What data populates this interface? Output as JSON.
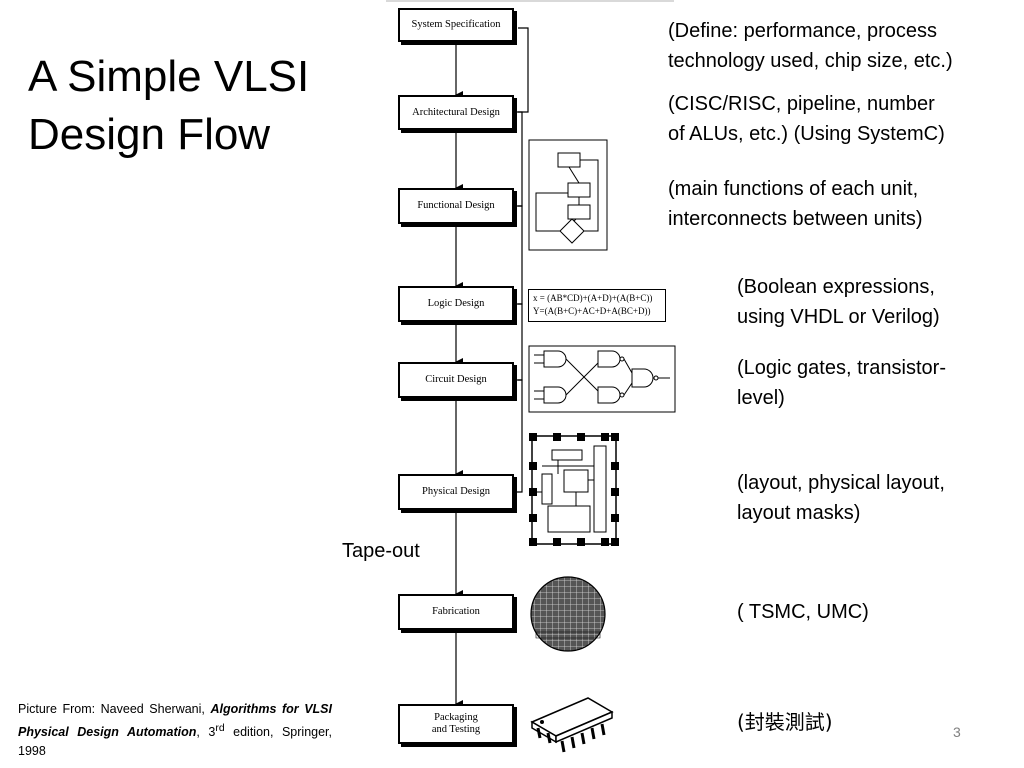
{
  "slide": {
    "title": "A Simple VLSI\nDesign Flow",
    "page_number": "3",
    "tape_out_label": "Tape-out"
  },
  "flow": {
    "steps": [
      "System Specification",
      "Architectural Design",
      "Functional Design",
      "Logic Design",
      "Circuit Design",
      "Physical Design",
      "Fabrication",
      "Packaging\nand Testing"
    ]
  },
  "notes": [
    "(Define: performance, process\ntechnology used, chip size, etc.)",
    "(CISC/RISC, pipeline, number\nof ALUs, etc.)  (Using SystemC)",
    "(main functions of each unit,\ninterconnects between units)",
    "(Boolean expressions,\nusing VHDL or Verilog)",
    "(Logic gates, transistor-\nlevel)",
    "(layout, physical layout,\nlayout masks)",
    "( TSMC, UMC)",
    "(封裝測試)"
  ],
  "logic_equations": "x = (AB*CD)+(A+D)+(A(B+C))\nY=(A(B+C)+AC+D+A(BC+D))",
  "citation": {
    "prefix": "Picture From: Naveed Sherwani, ",
    "book": "Algorithms for VLSI Physical Design Automation",
    "edition_pre": ", 3",
    "edition_sup": "rd",
    "edition_post": " edition, Springer, 1998"
  }
}
